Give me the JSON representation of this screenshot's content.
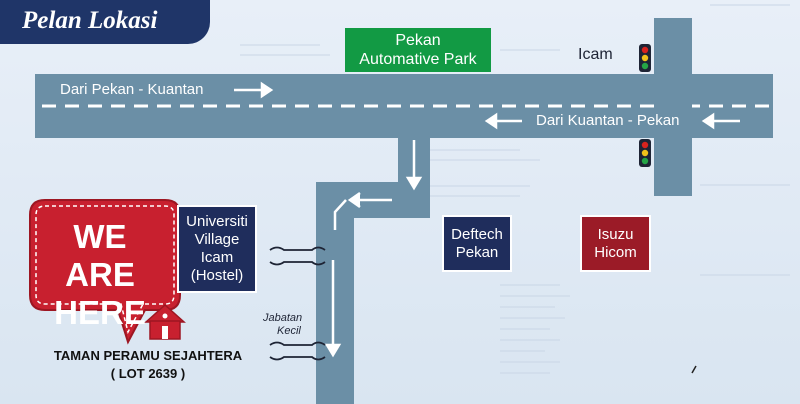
{
  "title": "Pelan Lokasi",
  "roads": {
    "top_direction": "Dari Pekan - Kuantan",
    "bottom_direction": "Dari Kuantan - Pekan"
  },
  "landmarks": {
    "pekan_automative_park": [
      "Pekan",
      "Automative Park"
    ],
    "icam": "Icam",
    "universiti_village": [
      "Universiti",
      "Village",
      "Icam",
      "(Hostel)"
    ],
    "deftech": [
      "Deftech",
      "Pekan"
    ],
    "isuzu": [
      "Isuzu",
      "Hicom"
    ],
    "jabatan_kecil": [
      "Jabatan",
      "Kecil"
    ]
  },
  "here_marker": {
    "line1": "WE ARE",
    "line2": "HERE"
  },
  "address": {
    "line1": "TAMAN PERAMU SEJAHTERA",
    "line2": "( LOT 2639 )"
  },
  "colors": {
    "road": "#6b8fa6",
    "title_band": "#1f3568",
    "green_box": "#129a44",
    "navy_box": "#1f2d5c",
    "red_box": "#9b1b27",
    "bubble": "#c8202f"
  },
  "icons": [
    "traffic-light-icon",
    "house-icon",
    "arrow-right-icon",
    "arrow-left-icon",
    "arrow-down-icon"
  ]
}
